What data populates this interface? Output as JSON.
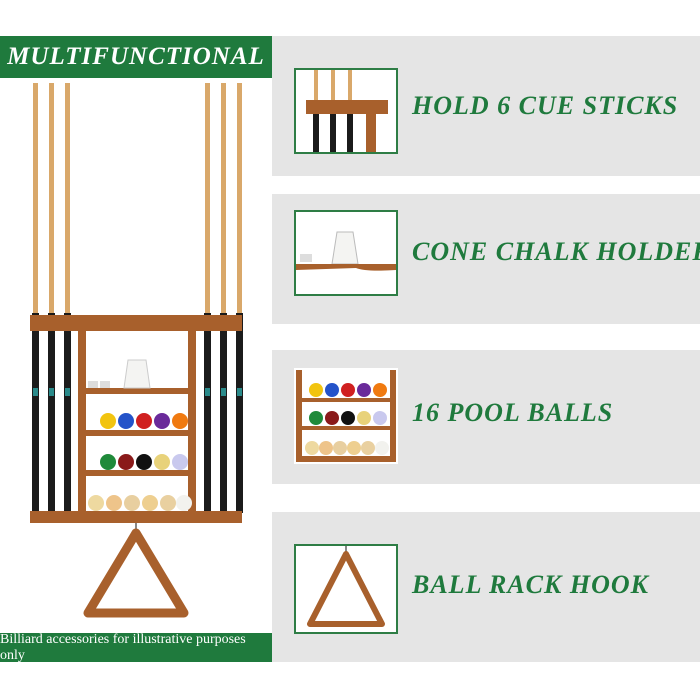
{
  "header": {
    "title": "MULTIFUNCTIONAL"
  },
  "footer": {
    "note": "Billiard accessories for illustrative purposes only"
  },
  "features": [
    {
      "label": "HOLD 6 CUE STICKS",
      "icon": "cue-sticks-thumb"
    },
    {
      "label": "CONE CHALK HOLDER",
      "icon": "chalk-holder-thumb"
    },
    {
      "label": "16 POOL BALLS",
      "icon": "pool-balls-thumb"
    },
    {
      "label": "BALL RACK HOOK",
      "icon": "triangle-rack-thumb"
    }
  ],
  "colors": {
    "accent": "#1f7a3d",
    "wood": "#a8602c",
    "panel": "#e5e5e5"
  }
}
